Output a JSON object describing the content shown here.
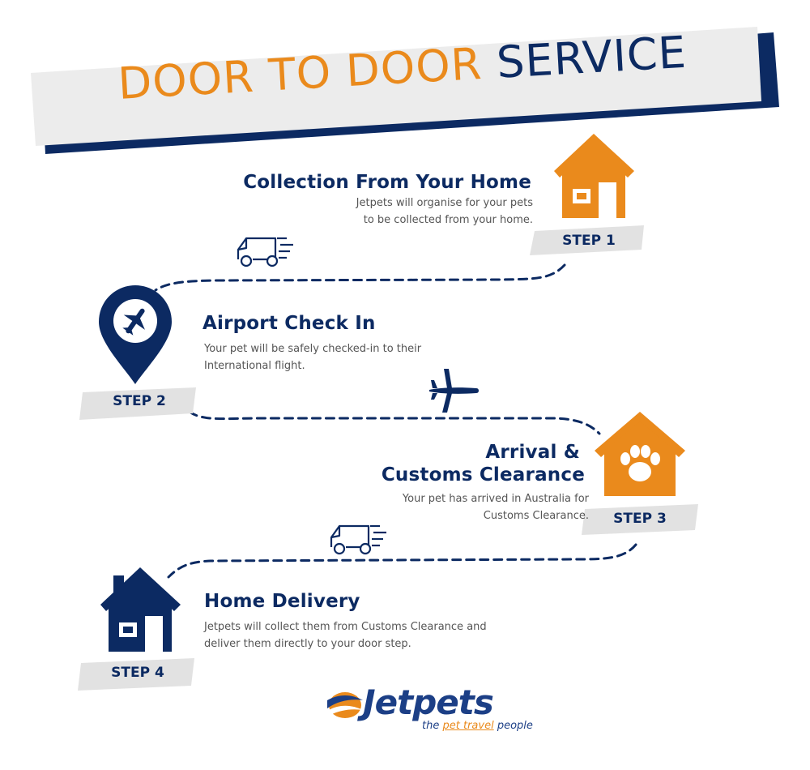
{
  "banner": {
    "title_part1": "DOOR TO DOOR",
    "title_part2": "SERVICE"
  },
  "steps": [
    {
      "label": "STEP 1",
      "title": "Collection From Your Home",
      "desc_line1": "Jetpets will organise for your pets",
      "desc_line2": "to be collected from your home.",
      "icon": "house-icon"
    },
    {
      "label": "STEP 2",
      "title": "Airport Check In",
      "desc_line1": "Your pet will be safely checked-in to their",
      "desc_line2": "International flight.",
      "icon": "airport-pin-icon"
    },
    {
      "label": "STEP 3",
      "title_line1": "Arrival &",
      "title_line2": "Customs Clearance",
      "desc_line1": "Your pet has arrived in Australia for",
      "desc_line2": "Customs Clearance.",
      "icon": "paw-house-icon"
    },
    {
      "label": "STEP 4",
      "title": "Home Delivery",
      "desc_line1": "Jetpets will collect them from Customs Clearance and",
      "desc_line2": "deliver them directly to your door step.",
      "icon": "house-icon"
    }
  ],
  "logo": {
    "name": "Jetpets",
    "tag_before": "the",
    "tag_highlight": "pet travel",
    "tag_after": "people"
  },
  "colors": {
    "navy": "#0c2a62",
    "orange": "#ea8a1c",
    "banner_bg": "#ececec",
    "text_gray": "#555555"
  }
}
